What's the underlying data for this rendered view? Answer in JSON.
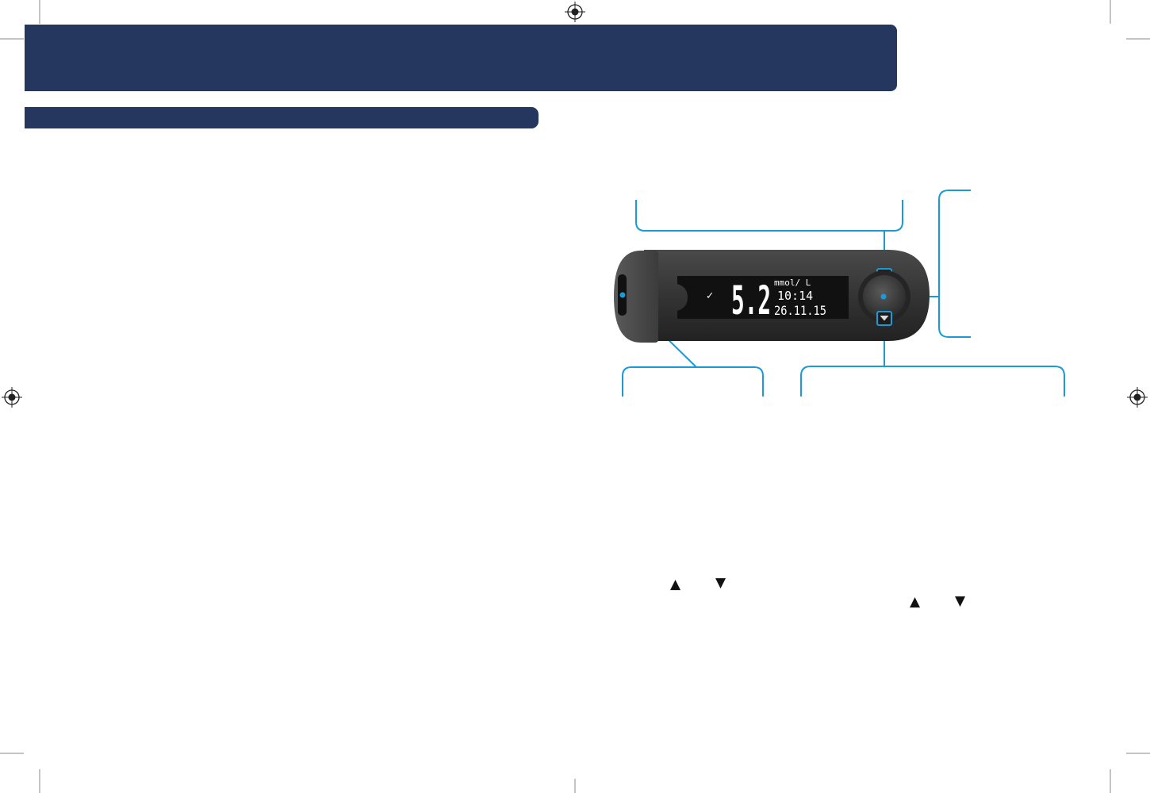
{
  "meter_display": {
    "reading": "5.2",
    "unit": "mmol/ L",
    "time": "10:14",
    "date": "26.11.15",
    "check_mark": "✓"
  },
  "colors": {
    "header": "#25365f",
    "callout_line": "#1c9ad6",
    "meter_body": "#3a3a3a",
    "screen": "#111111"
  },
  "instructions": {
    "up_arrow": "▲",
    "down_arrow": "▼"
  },
  "icons": [
    "registration-mark-icon",
    "up-arrow-icon",
    "down-arrow-icon",
    "ok-button-icon"
  ]
}
